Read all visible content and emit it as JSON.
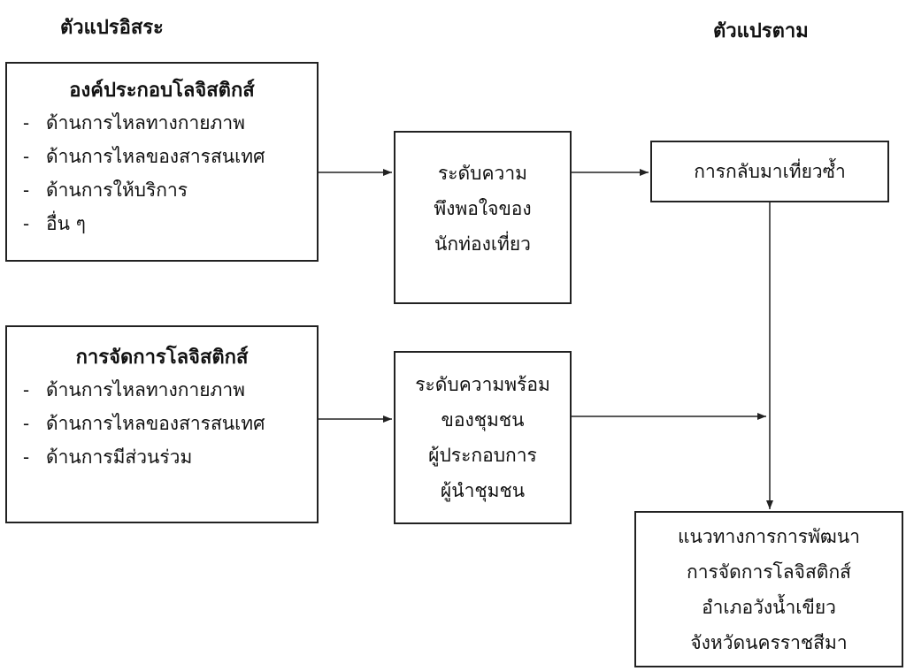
{
  "headers": {
    "independent": "ตัวแปรอิสระ",
    "dependent": "ตัวแปรตาม"
  },
  "box_components": {
    "title": "องค์ประกอบโลจิสติกส์",
    "items": [
      "ด้านการไหลทางกายภาพ",
      "ด้านการไหลของสารสนเทศ",
      "ด้านการให้บริการ",
      "อื่น ๆ"
    ]
  },
  "box_management": {
    "title": "การจัดการโลจิสติกส์",
    "items": [
      "ด้านการไหลทางกายภาพ",
      "ด้านการไหลของสารสนเทศ",
      "ด้านการมีส่วนร่วม"
    ]
  },
  "box_satisfaction": {
    "lines": [
      "ระดับความ",
      "พึงพอใจของ",
      "นักท่องเที่ยว"
    ]
  },
  "box_readiness": {
    "lines": [
      "ระดับความพร้อม",
      "ของชุมชน",
      "ผู้ประกอบการ",
      "ผู้นำชุมชน"
    ]
  },
  "box_return": {
    "lines": [
      "การกลับมาเที่ยวซ้ำ"
    ]
  },
  "box_guideline": {
    "lines": [
      "แนวทางการการพัฒนา",
      "การจัดการโลจิสติกส์",
      "อำเภอวังน้ำเขียว",
      "จังหวัดนครราชสีมา"
    ]
  },
  "dash": "-"
}
